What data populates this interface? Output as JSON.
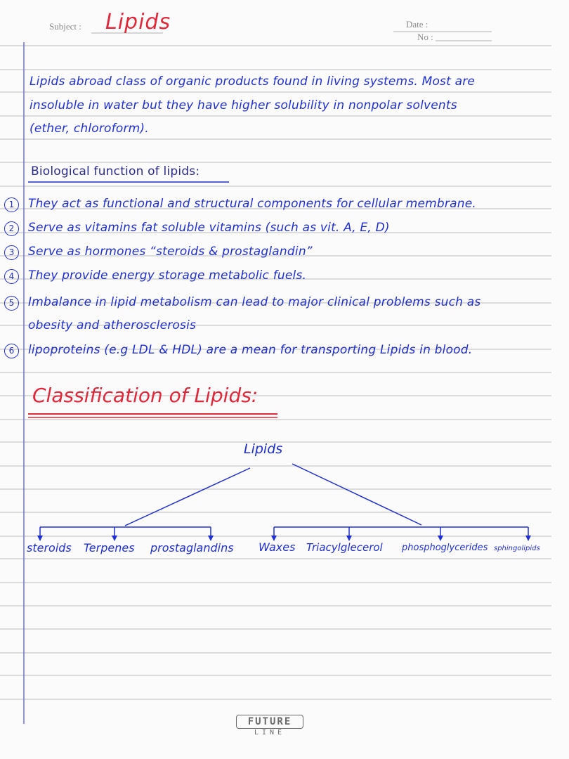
{
  "header": {
    "subject_label": "Subject :",
    "subject_value": "Lipids",
    "date_label": "Date :",
    "no_label": "No :"
  },
  "intro": {
    "lines": [
      "Lipids abroad class of organic products found in living systems. Most are",
      "insoluble in water but they have higher solubility in nonpolar solvents",
      "(ether, chloroform)."
    ]
  },
  "functions": {
    "title": "Biological function of lipids:",
    "items": [
      {
        "num": "1",
        "text": "They act as functional and structural components for cellular membrane."
      },
      {
        "num": "2",
        "text": "Serve as vitamins fat soluble vitamins (such as vit. A, E, D)"
      },
      {
        "num": "3",
        "text": "Serve as hormones “steroids & prostaglandin”"
      },
      {
        "num": "4",
        "text": "They provide energy storage metabolic fuels."
      },
      {
        "num": "5",
        "text": "Imbalance in lipid metabolism can lead to major clinical problems such as",
        "cont": "obesity and atherosclerosis"
      },
      {
        "num": "6",
        "text": "lipoproteins (e.g LDL & HDL) are a mean for transporting Lipids in blood."
      }
    ]
  },
  "classification": {
    "title": "Classification of Lipids:",
    "root": "Lipids",
    "left_children": [
      "steroids",
      "Terpenes",
      "prostaglandins"
    ],
    "right_children": [
      "Waxes",
      "Triacylglecerol",
      "phosphoglycerides",
      "sphingolipids"
    ]
  },
  "logo": {
    "top": "FUTURE",
    "bottom": "LINE"
  },
  "colors": {
    "ink_blue": "#1f2fd0",
    "ink_red": "#e0283b",
    "rule_line": "#b9b9b9",
    "margin_line": "#6f6fdc"
  }
}
